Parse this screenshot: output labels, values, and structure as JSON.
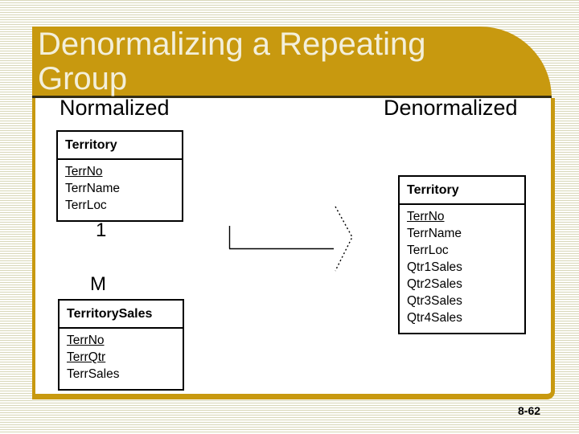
{
  "slide": {
    "title": "Denormalizing a Repeating Group",
    "page_number": "8-62"
  },
  "headings": {
    "left": "Normalized",
    "right": "Denormalized"
  },
  "relationship": {
    "one": "1",
    "many": "M"
  },
  "tables": {
    "normalized_territory": {
      "title": "Territory",
      "fields": [
        {
          "name": "TerrNo",
          "primary_key": true
        },
        {
          "name": "TerrName",
          "primary_key": false
        },
        {
          "name": "TerrLoc",
          "primary_key": false
        }
      ]
    },
    "normalized_territory_sales": {
      "title": "TerritorySales",
      "fields": [
        {
          "name": "TerrNo",
          "primary_key": true
        },
        {
          "name": "TerrQtr",
          "primary_key": true
        },
        {
          "name": "TerrSales",
          "primary_key": false
        }
      ]
    },
    "denormalized_territory": {
      "title": "Territory",
      "fields": [
        {
          "name": "TerrNo",
          "primary_key": true
        },
        {
          "name": "TerrName",
          "primary_key": false
        },
        {
          "name": "TerrLoc",
          "primary_key": false
        },
        {
          "name": "Qtr1Sales",
          "primary_key": false
        },
        {
          "name": "Qtr2Sales",
          "primary_key": false
        },
        {
          "name": "Qtr3Sales",
          "primary_key": false
        },
        {
          "name": "Qtr4Sales",
          "primary_key": false
        }
      ]
    }
  },
  "icons": {
    "transform_arrow": "right-chevron-arrow"
  },
  "colors": {
    "banner_gold": "#C8990F",
    "banner_text": "#F3EFDA",
    "stripe": "#D9D8BB",
    "text": "#000000"
  }
}
